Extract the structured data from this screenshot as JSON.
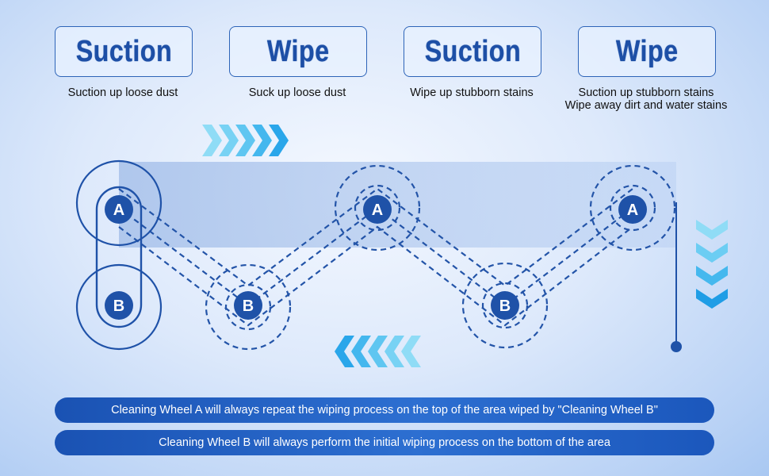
{
  "steps": [
    {
      "title": "Suction",
      "desc": [
        "Suction up loose dust"
      ]
    },
    {
      "title": "Wipe",
      "desc": [
        "Suck up loose dust"
      ]
    },
    {
      "title": "Suction",
      "desc": [
        "Wipe up stubborn stains"
      ]
    },
    {
      "title": "Wipe",
      "desc": [
        "Suction up stubborn stains",
        "Wipe away dirt and water stains"
      ]
    }
  ],
  "wheels": {
    "a_label": "A",
    "b_label": "B"
  },
  "notes": {
    "wheel_a": "Cleaning Wheel A will always repeat the wiping process on the top of the area wiped by \"Cleaning Wheel B\"",
    "wheel_b": "Cleaning Wheel B will always perform the initial wiping process on the bottom of the area"
  },
  "colors": {
    "wheel_blue": "#1f52a8",
    "arrow_light": "#5fc7f2",
    "arrow_dark": "#1c9de6"
  }
}
